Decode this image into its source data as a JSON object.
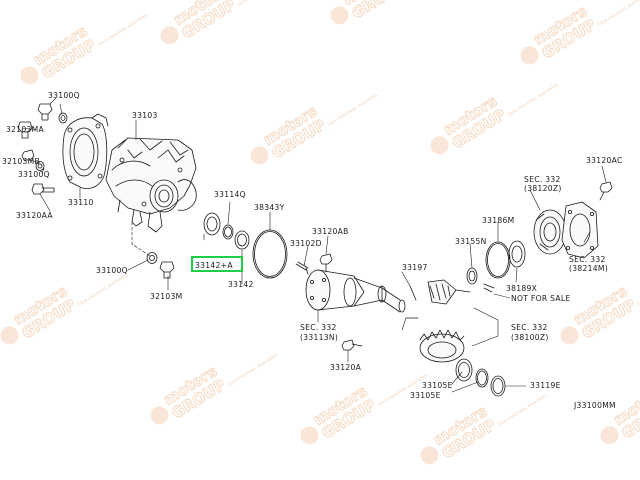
{
  "diagram": {
    "drawing_id": "J33100MM",
    "note": "NOT FOR SALE",
    "highlighted_part": "33142+A",
    "highlight_color": "#00cc33",
    "line_color": "#1a1a1a",
    "watermark": {
      "brand_line1": "motors",
      "brand_line2": "GROUP",
      "tagline": "Carro importado, exportados",
      "color": "#f0b890"
    },
    "labels": [
      "33100Q",
      "33103",
      "32103MA",
      "32103MB",
      "33100Q",
      "33110",
      "33120AA",
      "33114Q",
      "33142+A",
      "33142",
      "33100Q",
      "32103M",
      "38343Y",
      "33120AB",
      "33102D",
      "SEC. 332",
      "(33113N)",
      "33120A",
      "33197",
      "33155N",
      "33186M",
      "38189X",
      "NOT FOR SALE",
      "SEC. 332",
      "(38100Z)",
      "33105E",
      "33105E",
      "33119E",
      "SEC. 332",
      "(38120Z)",
      "33120AC",
      "SEC. 332",
      "(38214M)"
    ]
  }
}
